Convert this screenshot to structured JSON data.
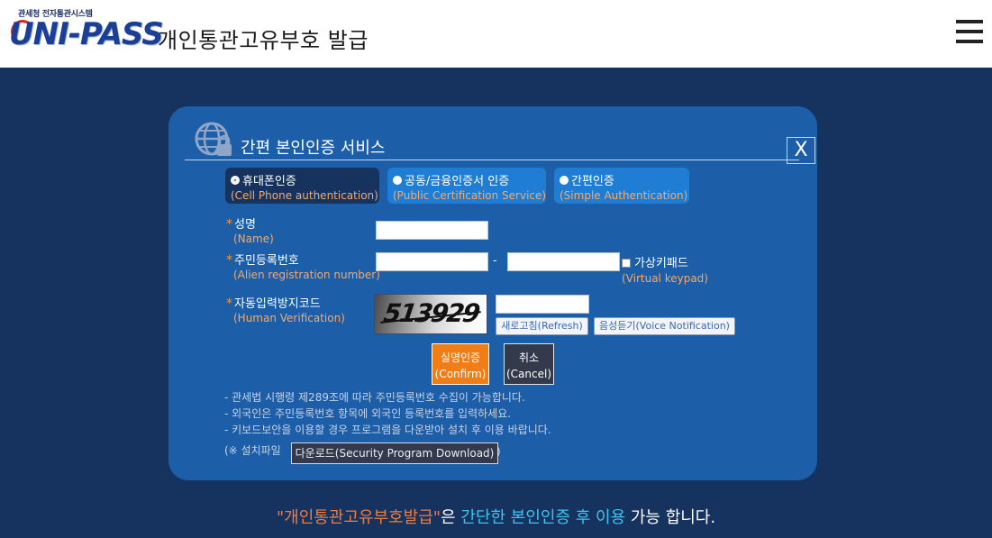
{
  "header": {
    "logo_sub": "관세청 전자통관시스템",
    "logo_main": "UNI-PASS",
    "title": "개인통관고유부호 발급",
    "menu_icon": "hamburger-menu-icon"
  },
  "dialog": {
    "title": "간편 본인인증 서비스",
    "icon": "globe-lock-icon",
    "close_label": "X",
    "tabs": [
      {
        "ko": "휴대폰인증",
        "en": "(Cell Phone authentication)",
        "selected": true
      },
      {
        "ko": "공동/금융인증서 인증",
        "en": "(Public Certification Service)",
        "selected": false
      },
      {
        "ko": "간편인증",
        "en": "(Simple Authentication)",
        "selected": false
      }
    ],
    "fields": {
      "name": {
        "star": "*",
        "ko": "성명",
        "en": "(Name)",
        "value": ""
      },
      "registration": {
        "star": "*",
        "ko": "주민등록번호",
        "en": "(Alien registration number)",
        "value_front": "",
        "separator": "-",
        "value_back": ""
      },
      "virtual_keypad": {
        "ko": "가상키패드",
        "en": "(Virtual keypad)",
        "checked": false
      },
      "captcha": {
        "star": "*",
        "ko": "자동입력방지코드",
        "en": "(Human Verification)",
        "image_text": "513929",
        "value": ""
      }
    },
    "buttons": {
      "refresh": "새로고침(Refresh)",
      "voice": "음성듣기(Voice Notification)",
      "confirm_ko": "실명인증",
      "confirm_en": "(Confirm)",
      "cancel_ko": "취소",
      "cancel_en": "(Cancel)"
    },
    "notes": [
      "- 관세법 시행령 제289조에 따라 주민등록번호 수집이 가능합니다.",
      "- 외국인은 주민등록번호 항목에 외국인 등록번호를 입력하세요.",
      "- 키보드보안을 이용할 경우 프로그램을 다운받아 설치 후 이용 바랍니다."
    ],
    "download": {
      "prefix": "(※ 설치파일",
      "button": "다운로드(Security Program Download)",
      "suffix": ")"
    }
  },
  "footer": {
    "part1": "\"개인통관고유부호발급\"",
    "part2": "은 ",
    "part3": "간단한 본인인증 후 이용",
    "part4": " 가능 합니다."
  },
  "colors": {
    "page_bg": "#16335f",
    "panel_bg": "#1d5ea8",
    "accent_orange": "#f07d16",
    "english_label": "#f4a96b",
    "footer_highlight": "#3fc3ef"
  }
}
